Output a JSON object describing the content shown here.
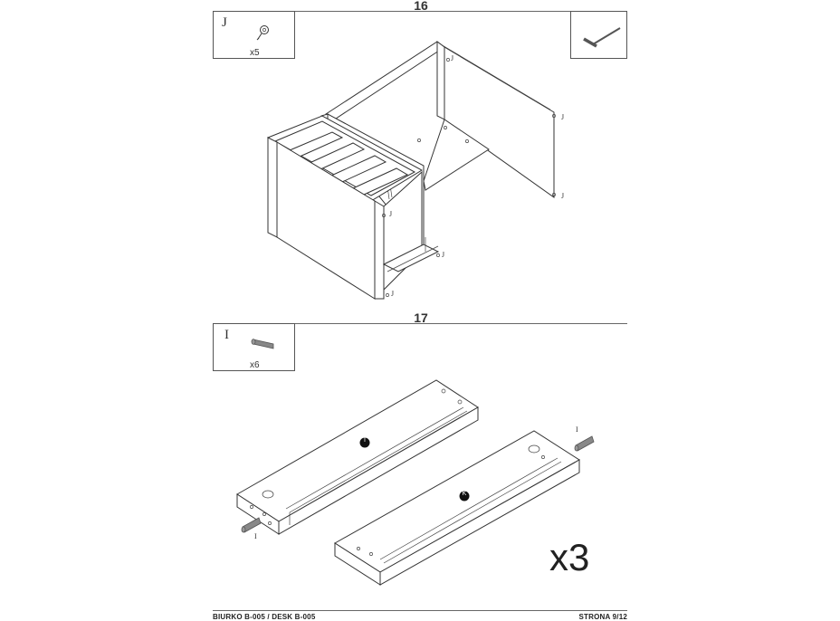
{
  "step16": {
    "number": "16",
    "part_box": {
      "letter": "J",
      "qty": "x5",
      "icon": "cam-lock-icon"
    },
    "tool_icon": "allen-key-icon",
    "labels": [
      "J",
      "J",
      "J",
      "J",
      "J",
      "J"
    ]
  },
  "step17": {
    "number": "17",
    "part_box": {
      "letter": "I",
      "qty": "x6",
      "icon": "dowel-icon"
    },
    "panel_labels": [
      "I",
      "K"
    ],
    "dowel_labels": [
      "I",
      "I"
    ],
    "multiplier": "x3"
  },
  "footer": {
    "left": "BIURKO B-005 / DESK B-005",
    "right": "STRONA 9/12"
  }
}
